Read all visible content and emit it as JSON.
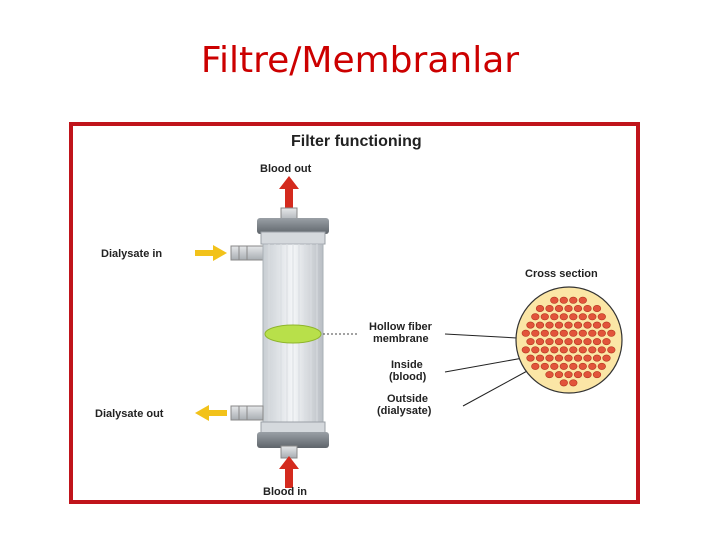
{
  "slide": {
    "title": "Filtre/Membranlar"
  },
  "diagram": {
    "title": "Filter functioning",
    "labels": {
      "blood_out": "Blood out",
      "blood_in": "Blood in",
      "dialysate_in": "Dialysate in",
      "dialysate_out": "Dialysate out",
      "cross_section": "Cross section",
      "hollow_fiber_line1": "Hollow fiber",
      "hollow_fiber_line2": "membrane",
      "inside_line1": "Inside",
      "inside_line2": "(blood)",
      "outside_line1": "Outside",
      "outside_line2": "(dialysate)"
    },
    "colors": {
      "title": "#cc0000",
      "frame_border": "#c0141b",
      "blood_arrow": "#d42a1e",
      "dialysate_arrow": "#f2c21a",
      "membrane_highlight": "#b8e04a",
      "cross_section_fill": "#fbe6a6",
      "fiber_dots": "#e2543b"
    }
  }
}
